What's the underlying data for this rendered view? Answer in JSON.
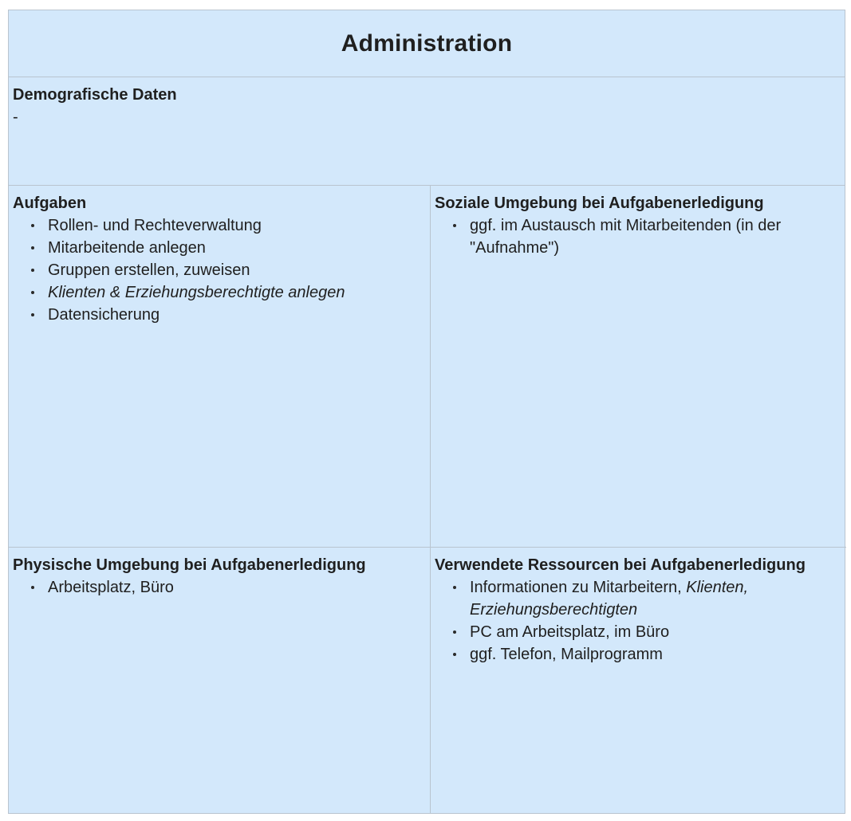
{
  "title": "Administration",
  "demografische_daten": {
    "heading": "Demografische Daten",
    "value": "-"
  },
  "aufgaben": {
    "heading": "Aufgaben",
    "items": [
      "Rollen- und Rechteverwaltung",
      "Mitarbeitende anlegen",
      "Gruppen erstellen, zuweisen",
      "Klienten & Erziehungsberechtigte anlegen",
      "Datensicherung"
    ]
  },
  "soziale_umgebung": {
    "heading": "Soziale Umgebung bei Aufgabenerledigung",
    "items": [
      "ggf. im Austausch mit Mitarbeitenden (in der \"Aufnahme\")"
    ]
  },
  "physische_umgebung": {
    "heading": "Physische Umgebung bei Aufgabenerledigung",
    "items": [
      "Arbeitsplatz, Büro"
    ]
  },
  "ressourcen": {
    "heading": "Verwendete Ressourcen bei Aufgabenerledigung",
    "items": [
      {
        "plain": "Informationen zu Mitarbeitern, ",
        "italic": "Klienten, Erziehungsberechtigten"
      },
      "PC am Arbeitsplatz, im Büro",
      "ggf. Telefon, Mailprogramm"
    ]
  },
  "colors": {
    "cell_background": "#d3e8fb",
    "border": "#b9c4cf",
    "text": "#1f1f1f"
  }
}
